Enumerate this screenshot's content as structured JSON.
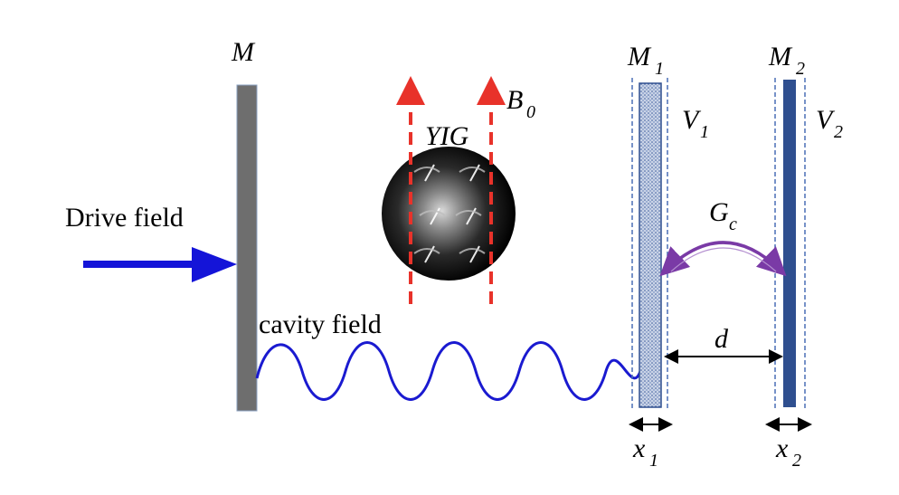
{
  "labels": {
    "mirror_m": "M",
    "mirror_m1": "M",
    "mirror_m1_sub": "1",
    "mirror_m2": "M",
    "mirror_m2_sub": "2",
    "b0": "B",
    "b0_sub": "0",
    "yig": "YIG",
    "v1": "V",
    "v1_sub": "1",
    "v2": "V",
    "v2_sub": "2",
    "drive_field": "Drive field",
    "cavity_field": "cavity field",
    "gc": "G",
    "gc_sub": "c",
    "d": "d",
    "x1": "x",
    "x1_sub": "1",
    "x2": "x",
    "x2_sub": "2"
  },
  "colors": {
    "mirror_m": "#6e6e6e",
    "mirror_m1": "#8fa6c8",
    "mirror_m2": "#2f4f8f",
    "dashed_boundary": "#4a6fb5",
    "b0_field": "#e8322a",
    "drive_arrow": "#1414d8",
    "cavity_wave": "#1a1ad0",
    "gc_arrow": "#7a3aa6",
    "sphere": "#1a1a1a"
  }
}
